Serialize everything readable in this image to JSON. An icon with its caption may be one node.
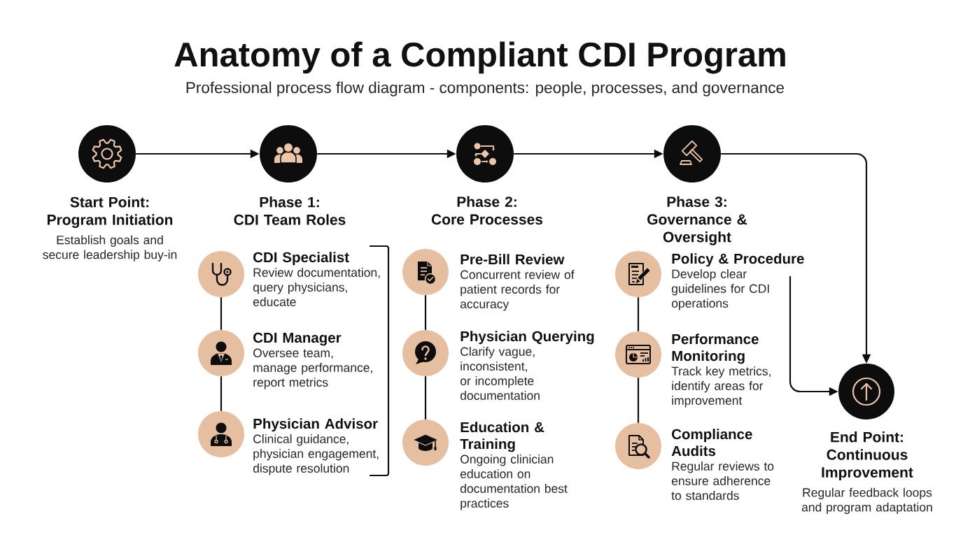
{
  "diagram": {
    "title": "Anatomy of a Compliant CDI Program",
    "caption": "Professional process flow diagram - components: people, processes, and governance",
    "nodes": [
      {
        "text": [
          "Start Point: Program Initiation",
          "Establish goals and secure leadership buy-in"
        ]
      },
      {
        "text": [
          "Phase 1: CDI Team Roles"
        ]
      },
      {
        "text": [
          "CDI Specialist",
          "Review documentation, query physicians, educate"
        ]
      },
      {
        "text": [
          "CDI Manager",
          "Oversee team, manage performance, report metrics"
        ]
      },
      {
        "text": [
          "Physician Advisor",
          "Clinical guidance, physician engagement, dispute resolution"
        ]
      },
      {
        "text": [
          "Phase 2: Core Processes"
        ]
      },
      {
        "text": [
          "Pre-Bill Review",
          "Concurrent review of patient records for accuracy"
        ]
      },
      {
        "text": [
          "Physician Querying",
          "Clarify vague, inconsistent, or incomplete documentation"
        ]
      },
      {
        "text": [
          "Education & Training",
          "Ongoing clinician education on documentation best practices"
        ]
      },
      {
        "text": [
          "Phase 3: Governance & Oversight"
        ]
      },
      {
        "text": [
          "Policy & Procedure",
          "Develop clear guidelines for CDI operations"
        ]
      },
      {
        "text": [
          "Performance Monitoring",
          "Track key metrics, identify areas for improvement"
        ]
      },
      {
        "text": [
          "Compliance Audits",
          "Regular reviews to ensure adherence to standards"
        ]
      },
      {
        "text": [
          "End Point: Continuous Improvement",
          "Regular feedback loops and program adaptation"
        ]
      }
    ],
    "edges": [
      {
        "from": 0,
        "to": 1,
        "arrow": "to"
      },
      {
        "from": 1,
        "to": 5,
        "arrow": "to"
      },
      {
        "from": 5,
        "to": 9,
        "arrow": "to"
      },
      {
        "from": 9,
        "to": 13,
        "arrow": "to"
      },
      {
        "from": 10,
        "to": 13,
        "arrow": "to"
      },
      {
        "from": 2,
        "to": 3,
        "arrow": "none"
      },
      {
        "from": 3,
        "to": 4,
        "arrow": "none"
      },
      {
        "from": 6,
        "to": 7,
        "arrow": "none"
      },
      {
        "from": 7,
        "to": 8,
        "arrow": "none"
      },
      {
        "from": 10,
        "to": 11,
        "arrow": "none"
      },
      {
        "from": 11,
        "to": 12,
        "arrow": "none"
      }
    ]
  }
}
